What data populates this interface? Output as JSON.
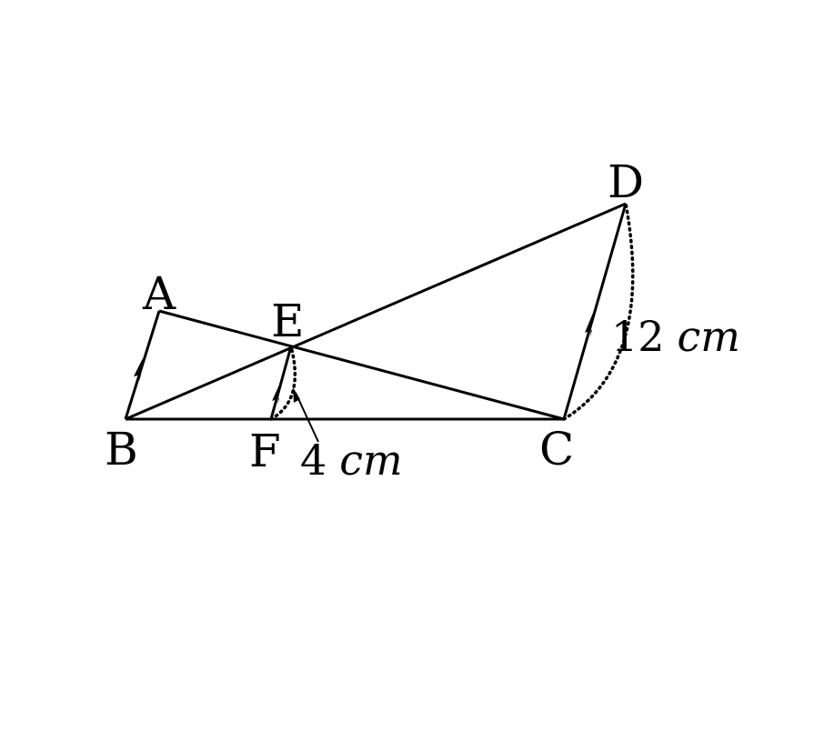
{
  "points": {
    "A": "A",
    "B": "B",
    "C": "C",
    "D": "D",
    "E": "E",
    "F": "F"
  },
  "measures": {
    "cd": {
      "value": "12",
      "unit": "cm"
    },
    "ef": {
      "value": "4",
      "unit": "cm"
    }
  },
  "colors": {
    "stroke": "#000000",
    "background": "#ffffff"
  }
}
